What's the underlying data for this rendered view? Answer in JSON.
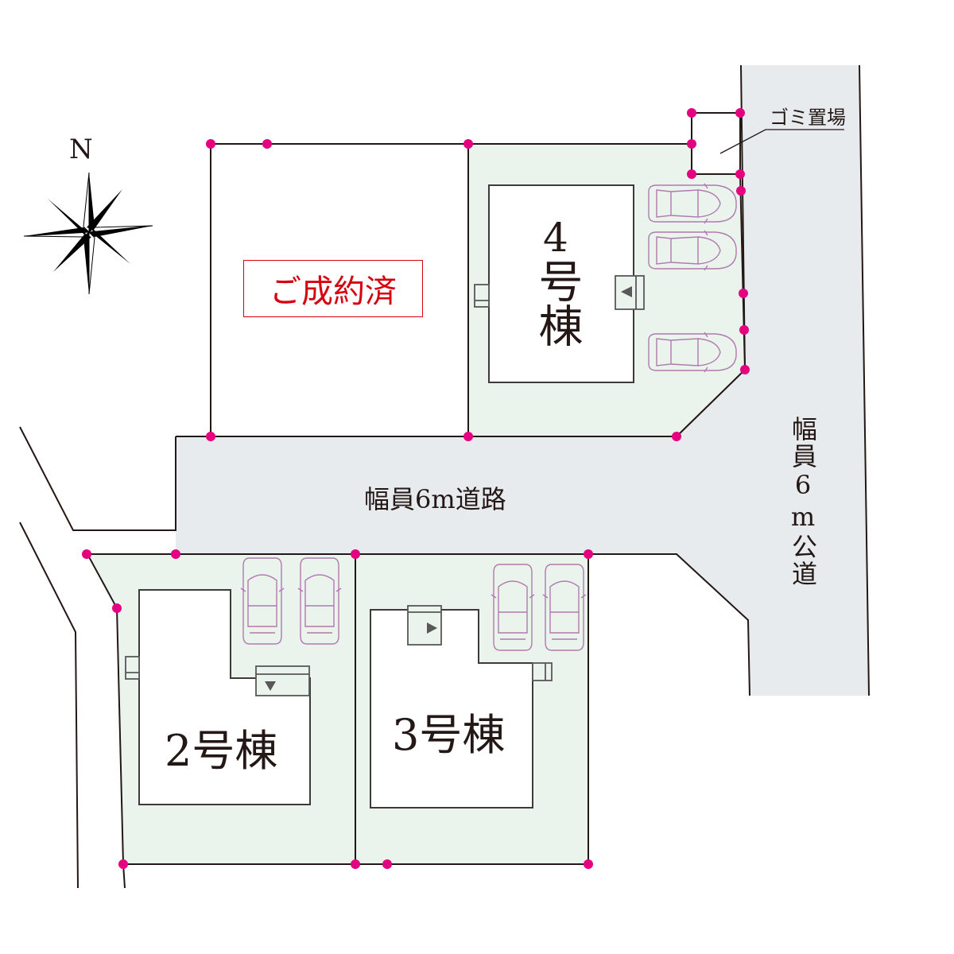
{
  "colors": {
    "lot_green": "#ebf4ec",
    "road": "#e8ebee",
    "boundary_dot": "#e4007f",
    "car": "#b07ab0",
    "sold": "#d7000f",
    "line": "#231815"
  },
  "compass": {
    "north_label": "N"
  },
  "labels": {
    "sold": "ご成約済",
    "lot4_num": "4",
    "lot4_suffix": "号棟",
    "lot2": "2号棟",
    "lot3": "3号棟",
    "private_road": "幅員6m道路",
    "public_road": "幅員6m公道",
    "garbage": "ゴミ置場"
  }
}
